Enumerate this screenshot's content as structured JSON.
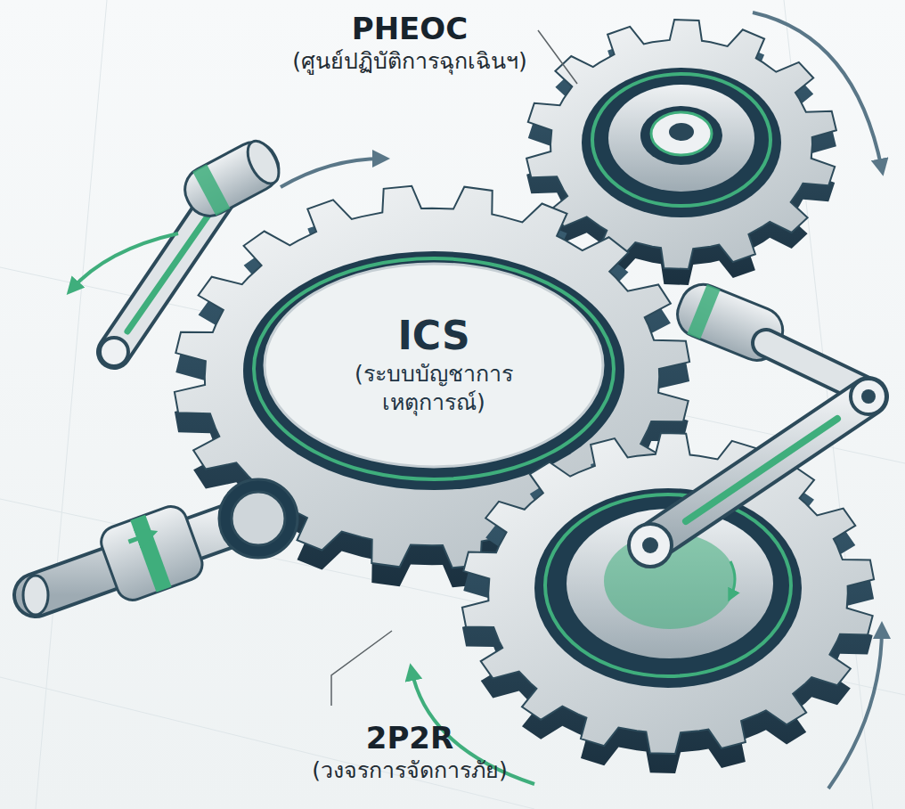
{
  "diagram": {
    "nodes": [
      {
        "text": [
          "PHEOC",
          "(ศูนย์ปฏิบัติการฉุกเฉินฯ)"
        ]
      },
      {
        "text": [
          "ICS",
          "(ระบบบัญชาการ เหตุการณ์)"
        ]
      },
      {
        "text": [
          "2P2R",
          "(วงจรการจัดการภัย)"
        ]
      }
    ]
  }
}
